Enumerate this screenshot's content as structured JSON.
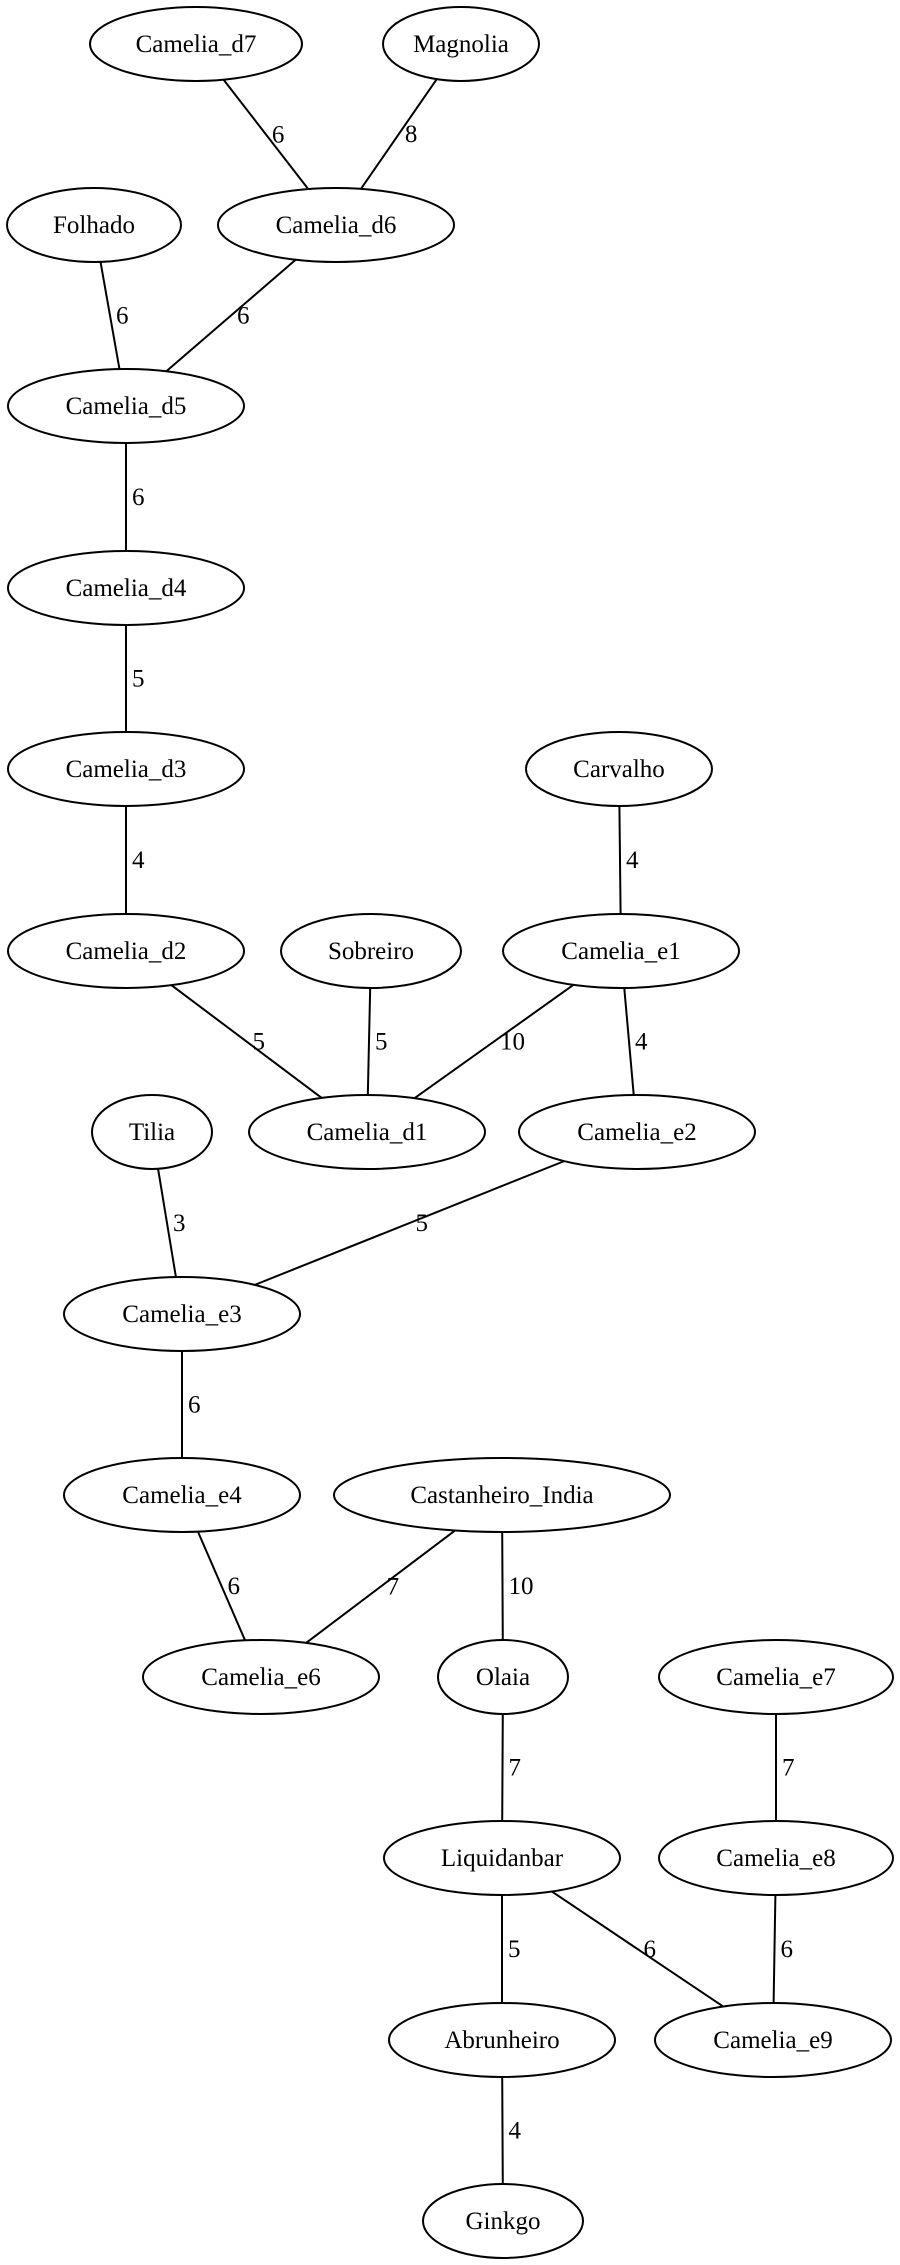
{
  "nodes": [
    {
      "id": "camelia_d7",
      "label": "Camelia_d7"
    },
    {
      "id": "magnolia",
      "label": "Magnolia"
    },
    {
      "id": "folhado",
      "label": "Folhado"
    },
    {
      "id": "camelia_d6",
      "label": "Camelia_d6"
    },
    {
      "id": "camelia_d5",
      "label": "Camelia_d5"
    },
    {
      "id": "camelia_d4",
      "label": "Camelia_d4"
    },
    {
      "id": "camelia_d3",
      "label": "Camelia_d3"
    },
    {
      "id": "carvalho",
      "label": "Carvalho"
    },
    {
      "id": "camelia_d2",
      "label": "Camelia_d2"
    },
    {
      "id": "sobreiro",
      "label": "Sobreiro"
    },
    {
      "id": "camelia_e1",
      "label": "Camelia_e1"
    },
    {
      "id": "tilia",
      "label": "Tilia"
    },
    {
      "id": "camelia_d1",
      "label": "Camelia_d1"
    },
    {
      "id": "camelia_e2",
      "label": "Camelia_e2"
    },
    {
      "id": "camelia_e3",
      "label": "Camelia_e3"
    },
    {
      "id": "camelia_e4",
      "label": "Camelia_e4"
    },
    {
      "id": "castanheiro_india",
      "label": "Castanheiro_India"
    },
    {
      "id": "camelia_e6",
      "label": "Camelia_e6"
    },
    {
      "id": "olaia",
      "label": "Olaia"
    },
    {
      "id": "camelia_e7",
      "label": "Camelia_e7"
    },
    {
      "id": "liquidanbar",
      "label": "Liquidanbar"
    },
    {
      "id": "camelia_e8",
      "label": "Camelia_e8"
    },
    {
      "id": "abrunheiro",
      "label": "Abrunheiro"
    },
    {
      "id": "camelia_e9",
      "label": "Camelia_e9"
    },
    {
      "id": "ginkgo",
      "label": "Ginkgo"
    }
  ],
  "edges": [
    {
      "source": "camelia_d7",
      "target": "camelia_d6",
      "weight": "6"
    },
    {
      "source": "magnolia",
      "target": "camelia_d6",
      "weight": "8"
    },
    {
      "source": "folhado",
      "target": "camelia_d5",
      "weight": "6"
    },
    {
      "source": "camelia_d6",
      "target": "camelia_d5",
      "weight": "6"
    },
    {
      "source": "camelia_d5",
      "target": "camelia_d4",
      "weight": "6"
    },
    {
      "source": "camelia_d4",
      "target": "camelia_d3",
      "weight": "5"
    },
    {
      "source": "camelia_d3",
      "target": "camelia_d2",
      "weight": "4"
    },
    {
      "source": "carvalho",
      "target": "camelia_e1",
      "weight": "4"
    },
    {
      "source": "camelia_d2",
      "target": "camelia_d1",
      "weight": "5"
    },
    {
      "source": "sobreiro",
      "target": "camelia_d1",
      "weight": "5"
    },
    {
      "source": "camelia_e1",
      "target": "camelia_d1",
      "weight": "10"
    },
    {
      "source": "camelia_e1",
      "target": "camelia_e2",
      "weight": "4"
    },
    {
      "source": "tilia",
      "target": "camelia_e3",
      "weight": "3"
    },
    {
      "source": "camelia_e2",
      "target": "camelia_e3",
      "weight": "5"
    },
    {
      "source": "camelia_e3",
      "target": "camelia_e4",
      "weight": "6"
    },
    {
      "source": "camelia_e4",
      "target": "camelia_e6",
      "weight": "6"
    },
    {
      "source": "castanheiro_india",
      "target": "camelia_e6",
      "weight": "7"
    },
    {
      "source": "castanheiro_india",
      "target": "olaia",
      "weight": "10"
    },
    {
      "source": "olaia",
      "target": "liquidanbar",
      "weight": "7"
    },
    {
      "source": "camelia_e7",
      "target": "camelia_e8",
      "weight": "7"
    },
    {
      "source": "liquidanbar",
      "target": "abrunheiro",
      "weight": "5"
    },
    {
      "source": "liquidanbar",
      "target": "camelia_e9",
      "weight": "6"
    },
    {
      "source": "camelia_e8",
      "target": "camelia_e9",
      "weight": "6"
    },
    {
      "source": "abrunheiro",
      "target": "ginkgo",
      "weight": "4"
    }
  ]
}
